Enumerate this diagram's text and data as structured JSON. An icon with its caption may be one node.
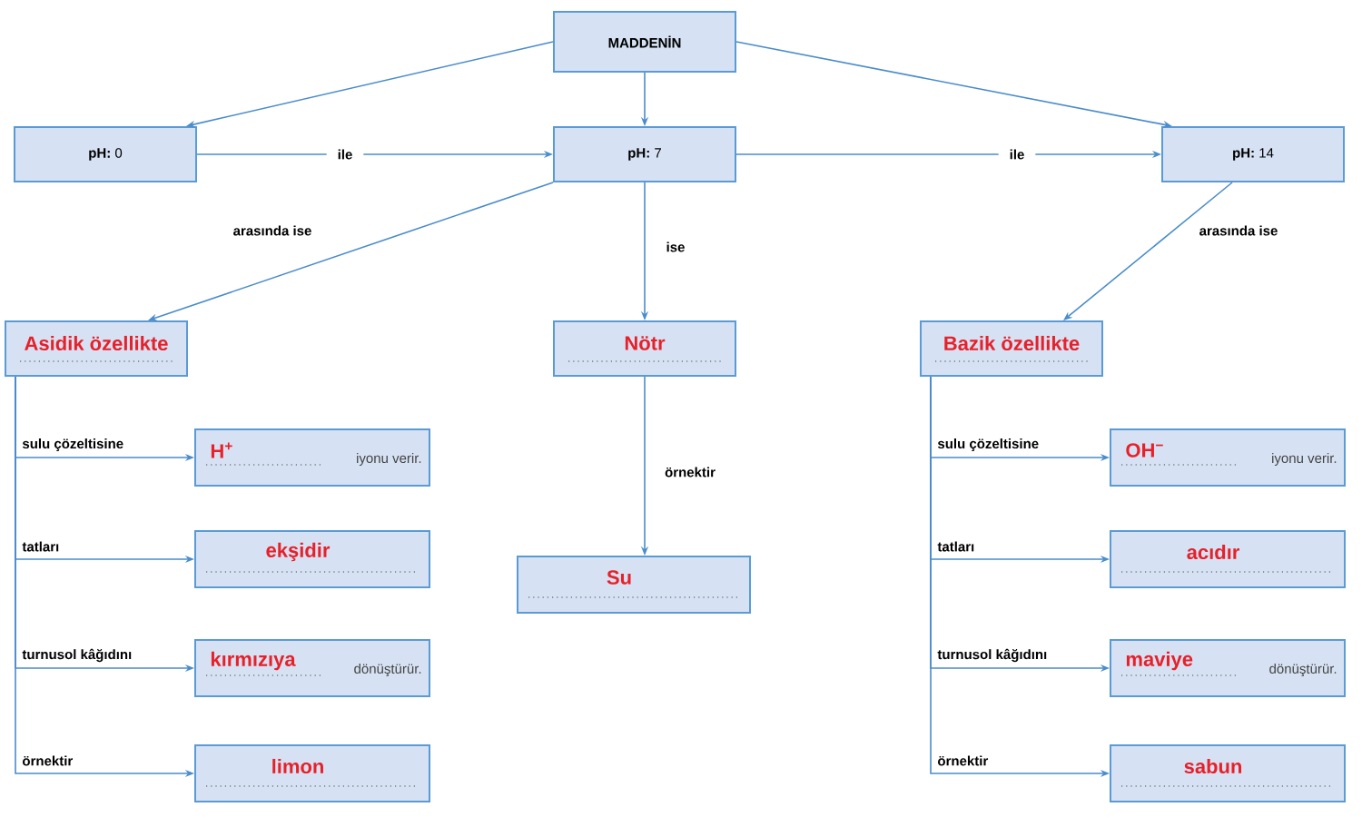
{
  "diagram": {
    "nodes": [
      {
        "text": [
          "MADDENİN"
        ]
      },
      {
        "text": [
          "**pH:** 0"
        ]
      },
      {
        "text": [
          "**pH:** 7"
        ]
      },
      {
        "text": [
          "**pH:** 14"
        ]
      },
      {
        "text": [
          "Asidik özellikte"
        ]
      },
      {
        "text": [
          "Nötr"
        ]
      },
      {
        "text": [
          "Bazik özellikte"
        ]
      },
      {
        "text": [
          "H$^{+}$",
          "iyonu verir."
        ]
      },
      {
        "text": [
          "ekşidir"
        ]
      },
      {
        "text": [
          "kırmızıya",
          "dönüştürür."
        ]
      },
      {
        "text": [
          "limon"
        ]
      },
      {
        "text": [
          "Su"
        ]
      },
      {
        "text": [
          "OH$^{−}$",
          "iyonu verir."
        ]
      },
      {
        "text": [
          "acıdır"
        ]
      },
      {
        "text": [
          "maviye",
          "dönüştürür."
        ]
      },
      {
        "text": [
          "sabun"
        ]
      }
    ],
    "edges": [
      {
        "from": 0,
        "to": 1,
        "arrow": "to"
      },
      {
        "from": 0,
        "to": 2,
        "arrow": "to"
      },
      {
        "from": 0,
        "to": 3,
        "arrow": "to"
      },
      {
        "from": 1,
        "to": 2,
        "arrow": "to",
        "label": "ile"
      },
      {
        "from": 2,
        "to": 3,
        "arrow": "to",
        "label": "ile"
      },
      {
        "from": 2,
        "to": 4,
        "arrow": "to",
        "label": "arasında ise"
      },
      {
        "from": 2,
        "to": 5,
        "arrow": "to",
        "label": "ise"
      },
      {
        "from": 3,
        "to": 6,
        "arrow": "to",
        "label": "arasında ise"
      },
      {
        "from": 4,
        "to": 7,
        "arrow": "to",
        "label": "sulu çözeltisine"
      },
      {
        "from": 4,
        "to": 8,
        "arrow": "to",
        "label": "tatları"
      },
      {
        "from": 4,
        "to": 9,
        "arrow": "to",
        "label": "turnusol kâğıdını"
      },
      {
        "from": 4,
        "to": 10,
        "arrow": "to",
        "label": "örnektir"
      },
      {
        "from": 5,
        "to": 11,
        "arrow": "to",
        "label": "örnektir"
      },
      {
        "from": 6,
        "to": 12,
        "arrow": "to",
        "label": "sulu çözeltisine"
      },
      {
        "from": 6,
        "to": 13,
        "arrow": "to",
        "label": "tatları"
      },
      {
        "from": 6,
        "to": 14,
        "arrow": "to",
        "label": "turnusol kâğıdını"
      },
      {
        "from": 6,
        "to": 15,
        "arrow": "to",
        "label": "örnektir"
      }
    ]
  }
}
